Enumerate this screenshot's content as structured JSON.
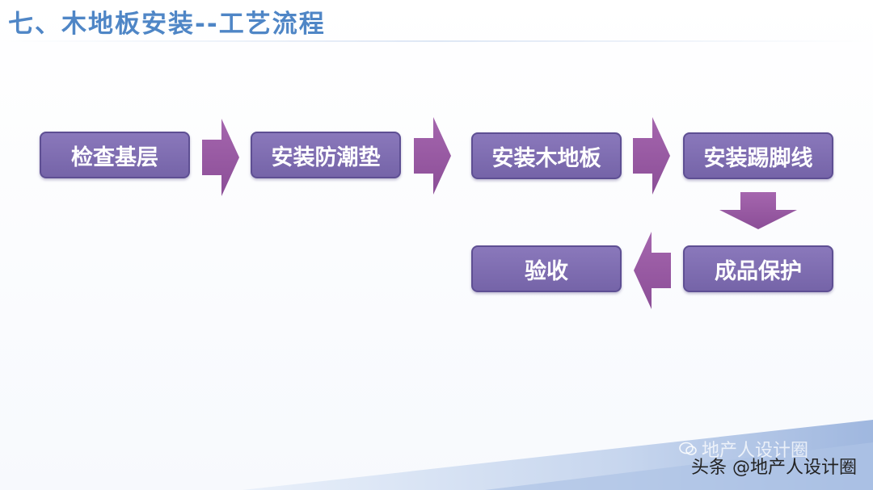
{
  "title": "七、木地板安装--工艺流程",
  "steps": {
    "check_base": "检查基层",
    "moisture_pad": "安装防潮垫",
    "wood_floor": "安装木地板",
    "skirting": "安装踢脚线",
    "protection": "成品保护",
    "acceptance": "验收"
  },
  "watermark": {
    "text": "头条 @地产人设计圈",
    "ghost_text": "地产人设计圈"
  },
  "colors": {
    "title": "#4f86c6",
    "box": "#7c6bb0",
    "arrow": "#9a5aa4",
    "footer": "#b9cbe8"
  }
}
